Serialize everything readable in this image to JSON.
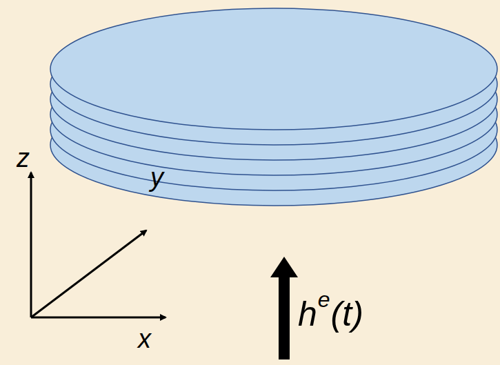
{
  "diagram": {
    "labels": [
      "z",
      "y",
      "x",
      "h",
      "e",
      "(t)"
    ]
  }
}
